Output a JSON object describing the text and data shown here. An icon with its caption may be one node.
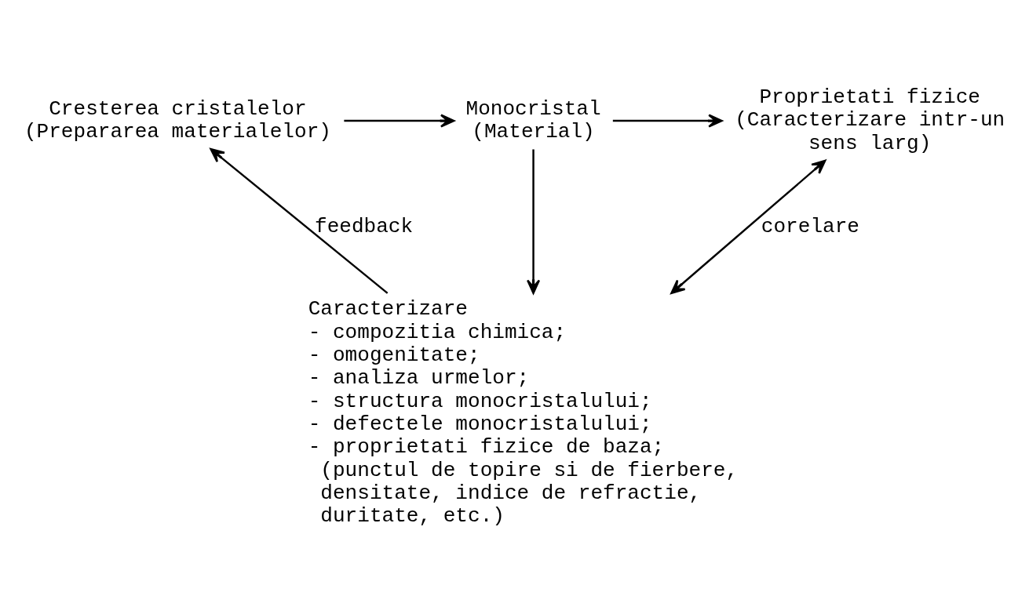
{
  "diagram": {
    "nodes": [
      {
        "text": [
          "Cresterea cristalelor",
          "(Prepararea materialelor)"
        ]
      },
      {
        "text": [
          "Monocristal",
          "(Material)"
        ]
      },
      {
        "text": [
          "Proprietati fizice",
          "(Caracterizare intr-un sens larg)"
        ]
      },
      {
        "text": [
          "Caracterizare",
          "- compozitia chimica;",
          "- omogenitate;",
          "- analiza urmelor;",
          "- structura monocristalului;",
          "- defectele monocristalului;",
          "- proprietati fizice de baza;",
          "(punctul de topire si de fierbere, densitate, indice de refractie, duritate, etc.)"
        ]
      }
    ],
    "edges": [
      {
        "from": 0,
        "to": 1,
        "arrow": "to"
      },
      {
        "from": 1,
        "to": 2,
        "arrow": "to"
      },
      {
        "from": 1,
        "to": 3,
        "arrow": "to"
      },
      {
        "from": 3,
        "to": 0,
        "arrow": "to",
        "label": "feedback"
      },
      {
        "from": 3,
        "to": 2,
        "arrow": "both",
        "label": "corelare"
      }
    ]
  }
}
